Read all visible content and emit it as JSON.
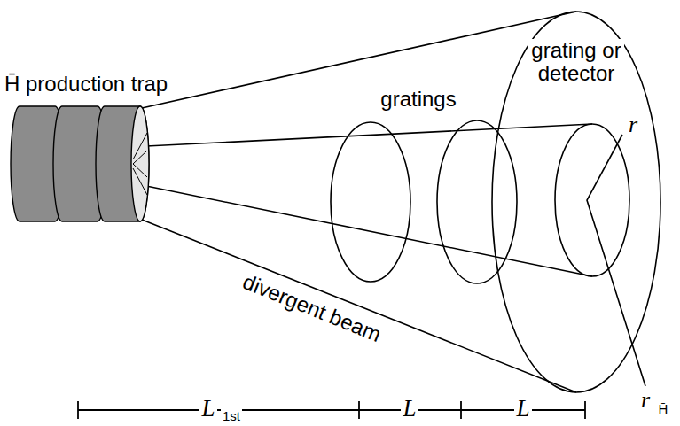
{
  "diagram": {
    "labels": [
      "H̄ production trap",
      "gratings",
      "grating or detector",
      "r",
      "r",
      "H̄",
      "divergent beam",
      "L",
      "1st",
      "L",
      "L"
    ]
  }
}
